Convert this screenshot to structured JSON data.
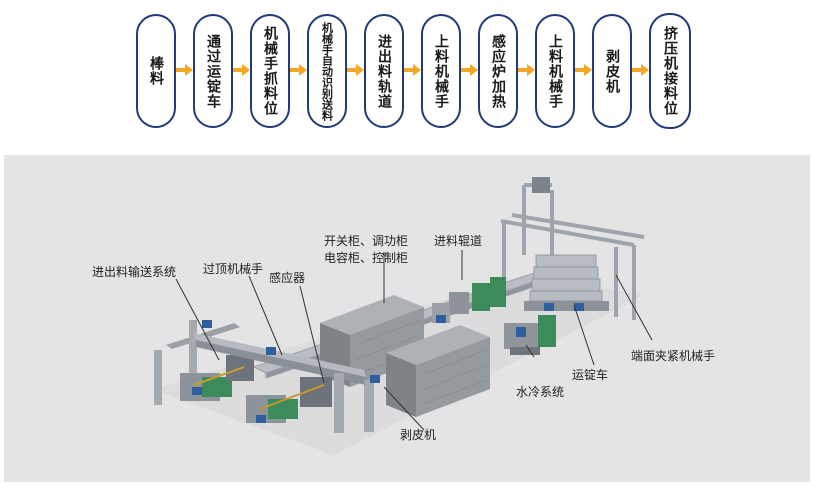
{
  "flow": {
    "steps": [
      {
        "label": "棒料"
      },
      {
        "label": "通过运锭车"
      },
      {
        "label": "机械手抓料位"
      },
      {
        "label": "机械手自动识别送料"
      },
      {
        "label": "进出料轨道"
      },
      {
        "label": "上料机械手"
      },
      {
        "label": "感应炉加热"
      },
      {
        "label": "上料机械手"
      },
      {
        "label": "剥皮机"
      },
      {
        "label": "挤压机接料位"
      }
    ],
    "arrow_color": "#f5a623",
    "border_color": "#1f3b7a"
  },
  "diagram": {
    "labels": {
      "cabinets_line1": "开关柜、调功柜",
      "cabinets_line2": "电容柜、控制柜",
      "infeed_roller": "进料辊道",
      "inout_conveyor": "进出料输送系统",
      "overhead_manipulator": "过顶机械手",
      "inductor": "感应器",
      "water_cooling": "水冷系统",
      "ingot_car": "运锭车",
      "end_clamp_manipulator": "端面夹紧机械手",
      "peeling_machine": "剥皮机"
    },
    "colors": {
      "panel_bg": "#e4e4e4",
      "cabinet": "#8e9196",
      "frame": "#a9adb3",
      "blue_part": "#2f5f9e",
      "green_part": "#3d8a5a"
    }
  }
}
